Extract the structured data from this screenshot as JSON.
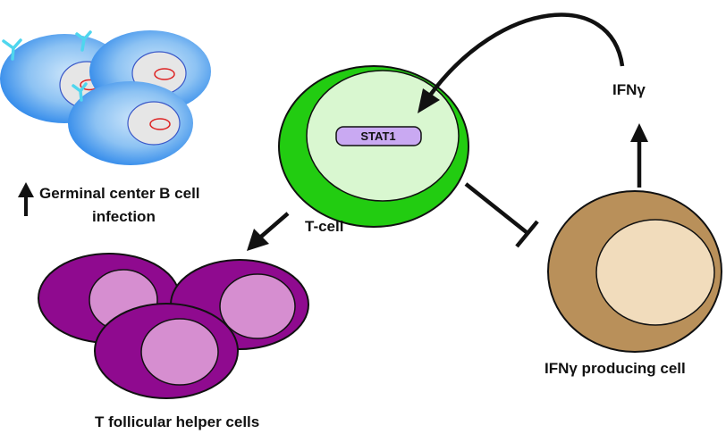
{
  "labels": {
    "stat1": "STAT1",
    "tcell": "T-cell",
    "ifng": "IFNγ",
    "ifng_producing": "IFNγ producing cell",
    "gc_line1": "Germinal center B cell",
    "gc_line2": "infection",
    "tfh": "T follicular helper cells"
  },
  "colors": {
    "tcell_outer": "#22cc11",
    "tcell_inner": "#d9f7d0",
    "stat1_fill": "#c9a9f2",
    "ifng_cell_outer": "#b9905a",
    "ifng_cell_inner": "#f1dcbc",
    "tfh_outer": "#8f0a8f",
    "tfh_inner": "#d68ed0",
    "bcell_outer": "#2b86ea",
    "bcell_inner": "#9cccf6",
    "bcell_nucleus": "#e6e6e6",
    "bcell_nucleolus": "#dd2222",
    "antibody": "#4fd6ee"
  }
}
